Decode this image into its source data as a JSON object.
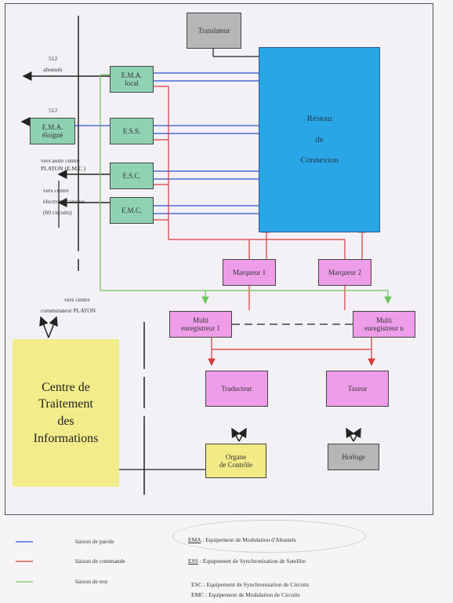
{
  "blocks": {
    "translator_top": "Translateur",
    "network": [
      "Réseau",
      "de",
      "Connexion"
    ],
    "ema_local": [
      "E.M.A.",
      "local"
    ],
    "ema_remote": [
      "E.M.A.",
      "éloigné"
    ],
    "ess": "E.S.S.",
    "esc": "E.S.C.",
    "emc": "E.M.C.",
    "marker1": "Marqueur 1",
    "marker2": "Marqueur 2",
    "multi1": [
      "Multi",
      "enregistreur 1"
    ],
    "multin": [
      "Multi",
      "enregistreur n"
    ],
    "translator": "Traducteur",
    "taxer": "Taxeur",
    "control": [
      "Organe",
      "de Contrôle"
    ],
    "clock": "Horloge",
    "cti": [
      "Centre de",
      "Traitement",
      "des",
      "Informations"
    ]
  },
  "labels": {
    "subs_512_a": "512",
    "subs_512_a_text": "abonnés",
    "subs_512_b": "512",
    "to_other_center": [
      "vers autre centre",
      "PLATON (E.M.C.)"
    ],
    "to_electro": [
      "vers centre",
      "électromécanique",
      "(60 circuits)"
    ],
    "to_platon": [
      "vers centre",
      "commutateur PLATON"
    ]
  },
  "legend": {
    "items": [
      {
        "label": "liaison de parole",
        "color": "#2b4fcf"
      },
      {
        "label": "liaison de commande",
        "color": "#d63a3a"
      },
      {
        "label": "liaison de test",
        "color": "#6bc45a"
      }
    ],
    "definitions": [
      {
        "abbr": "EMA",
        "text": ": Equipement de Modulation d'Abonnés"
      },
      {
        "abbr": "ESS",
        "text": ": Equipement de Synchronisation de Satellite"
      },
      {
        "abbr": "ESC",
        "text": ": Equipement de Synchronisation de Circuits"
      },
      {
        "abbr": "EMC",
        "text": ": Equipement de Modulation de Circuits"
      }
    ]
  },
  "colors": {
    "speech": "#2b4fcf",
    "command": "#d63a3a",
    "test": "#6bc45a",
    "network_block": "#2aa6e6",
    "equipment_block": "#8ed1b3",
    "control_block": "#ee9ee9",
    "cti_block": "#f2ec8a"
  }
}
